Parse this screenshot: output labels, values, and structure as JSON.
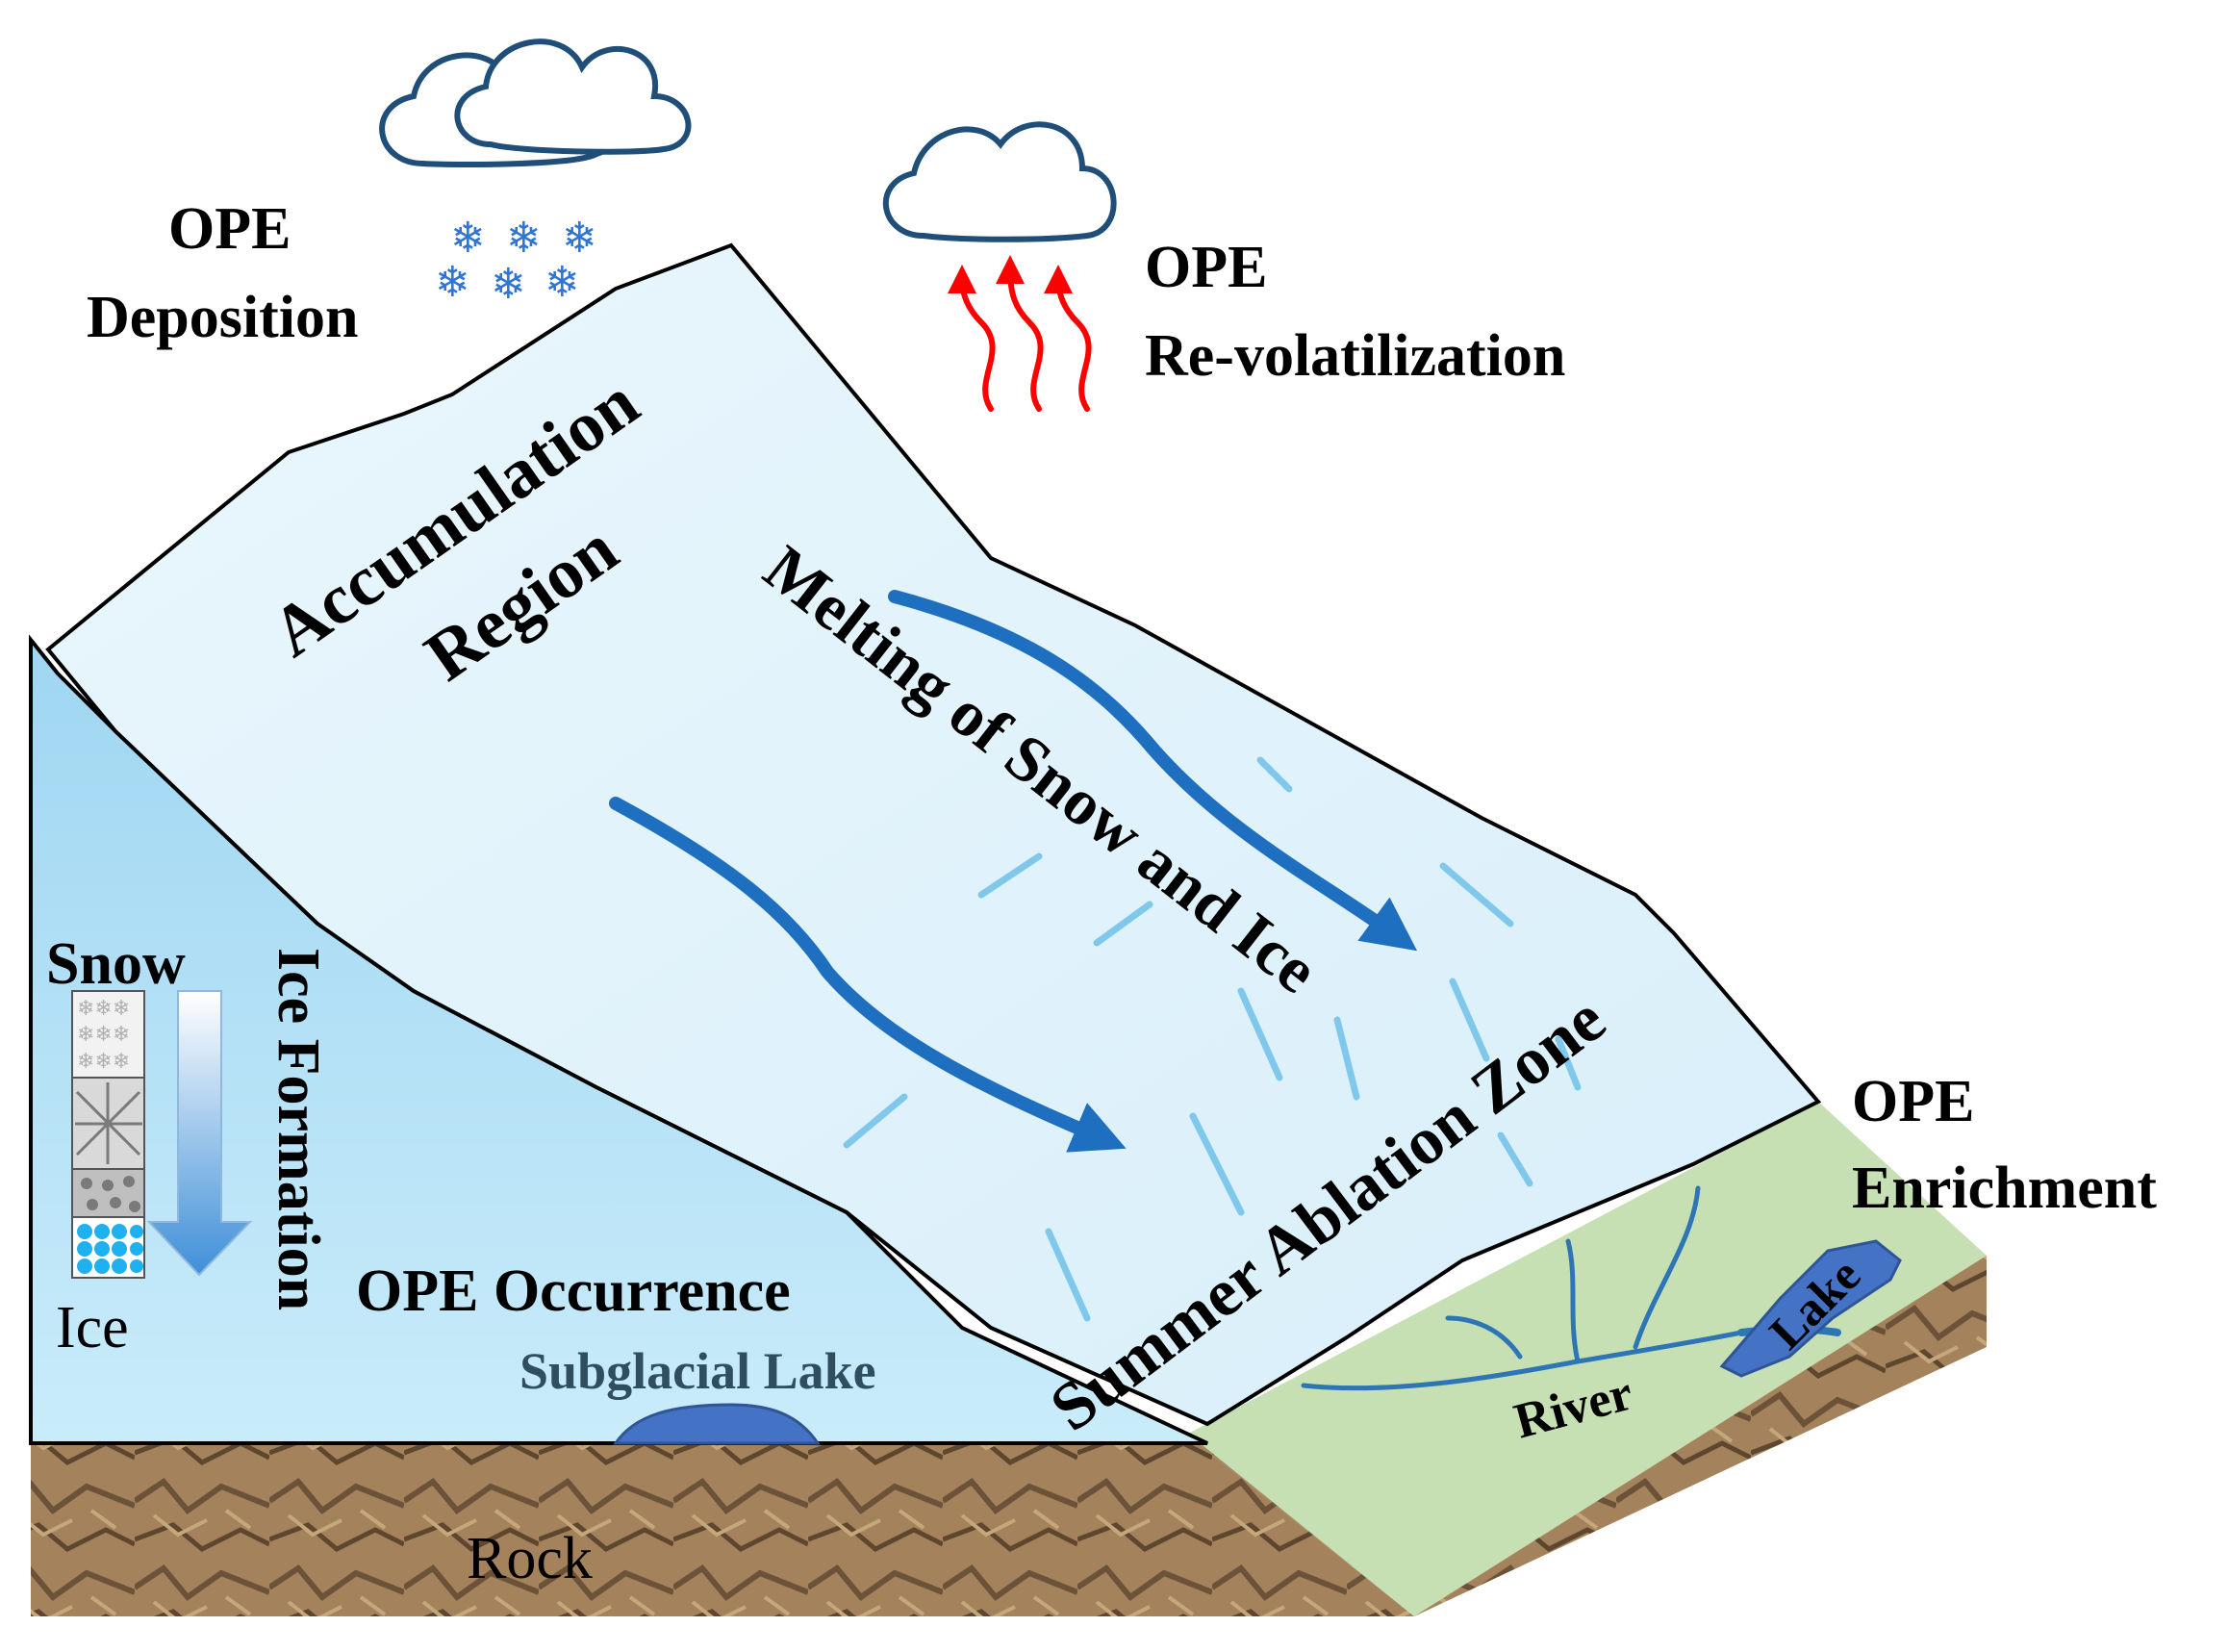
{
  "labels": {
    "ope_deposition_1": "OPE",
    "ope_deposition_2": "Deposition",
    "ope_revol_1": "OPE",
    "ope_revol_2": "Re-volatilization",
    "accumulation_1": "Accumulation",
    "accumulation_2": "Region",
    "melting": "Melting of Snow and Ice",
    "ablation": "Summer Ablation Zone",
    "ope_enrichment_1": "OPE",
    "ope_enrichment_2": "Enrichment",
    "snow": "Snow",
    "ice": "Ice",
    "ice_formation": "Ice Formation",
    "ope_occurrence": "OPE Occurrence",
    "subglacial_lake": "Subglacial Lake",
    "river": "River",
    "lake": "Lake",
    "rock": "Rock"
  },
  "colors": {
    "ice_front": "#bfe6f7",
    "ice_top": "#e8f6fc",
    "rock": "#9a7a55",
    "rock_dark": "#6b5238",
    "grass": "#c6e0b4",
    "water": "#4472c4",
    "flow_arrow": "#1f6fc0",
    "heat_arrow": "#ff0000",
    "cloud_stroke": "#1f4e79",
    "snowflake": "#2e75d6"
  },
  "icons": {
    "cloud": "cloud-icon",
    "snowflake": "snowflake-icon",
    "heat": "heat-arrow-icon"
  }
}
